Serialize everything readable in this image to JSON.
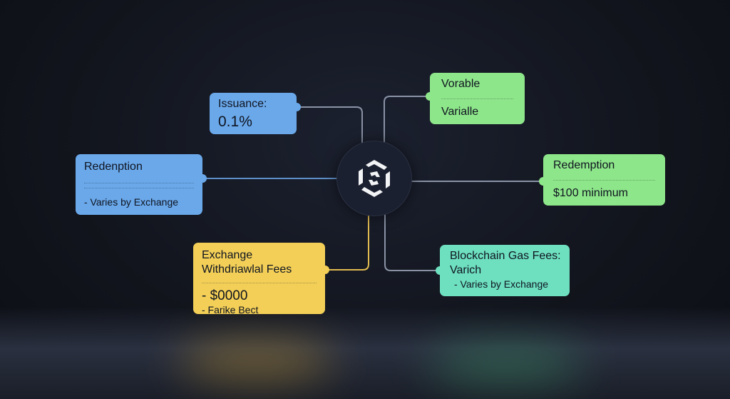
{
  "hub": {
    "icon": "hexagon-logo-icon"
  },
  "colors": {
    "blue": "#6aa8ea",
    "green": "#8ee68a",
    "yellow": "#f3cf57",
    "teal": "#6ee0c0",
    "background": "#12151d"
  },
  "nodes": {
    "issuance": {
      "title": "Issuance:",
      "value": "0.1%"
    },
    "redemption_left": {
      "title": "Redenption",
      "detail": "- Varies by Exchange"
    },
    "exchange": {
      "title": "Exchange Withdriawlal Fees",
      "value": "- $0000",
      "detail": "- Farike Bect"
    },
    "vorable": {
      "title": "Vorable",
      "value": "Varialle"
    },
    "redemption_right": {
      "title": "Redemption",
      "value": "$100 minimum"
    },
    "blockchain": {
      "title": "Blockchain Gas Fees: Varich",
      "detail": "- Varies by Exchange"
    }
  }
}
